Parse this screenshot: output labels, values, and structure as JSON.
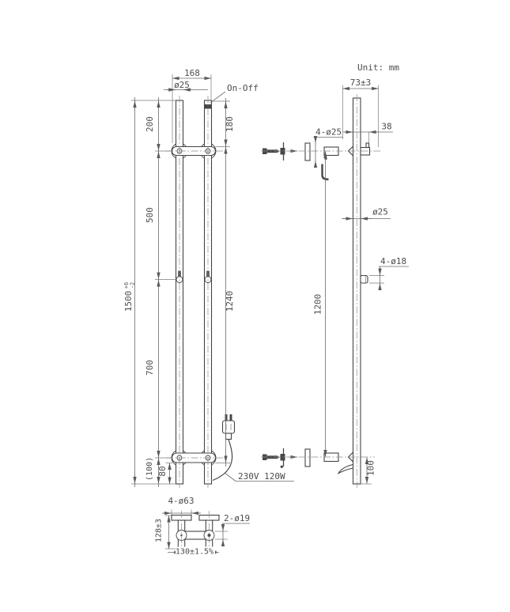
{
  "drawing": {
    "unit_note": "Unit: mm",
    "front_view": {
      "dim_width_top": "168",
      "dim_bar_dia": "ø25",
      "switch_label": "On-Off",
      "dim_top_left": "200",
      "dim_top_right": "180",
      "dim_mid": "500",
      "dim_lower": "700",
      "dim_right_span": "1240",
      "dim_bottom_ref": "(100)",
      "dim_bottom": "80",
      "dim_total": "1500",
      "dim_total_tol_up": "+6",
      "dim_total_tol_dn": "-2",
      "power_rating": "230V 120W"
    },
    "side_view": {
      "dim_depth": "73±3",
      "dim_flange_holes": "4-ø25",
      "dim_offset": "38",
      "dim_bar_dia": "ø25",
      "dim_hook_holes": "4-ø18",
      "dim_span": "1200",
      "dim_bottom": "100"
    },
    "bottom_view": {
      "dim_flange_holes": "4-ø63",
      "dim_bar_holes": "2-ø19",
      "dim_height": "128±3",
      "dim_pitch": "130±1.5%"
    }
  }
}
